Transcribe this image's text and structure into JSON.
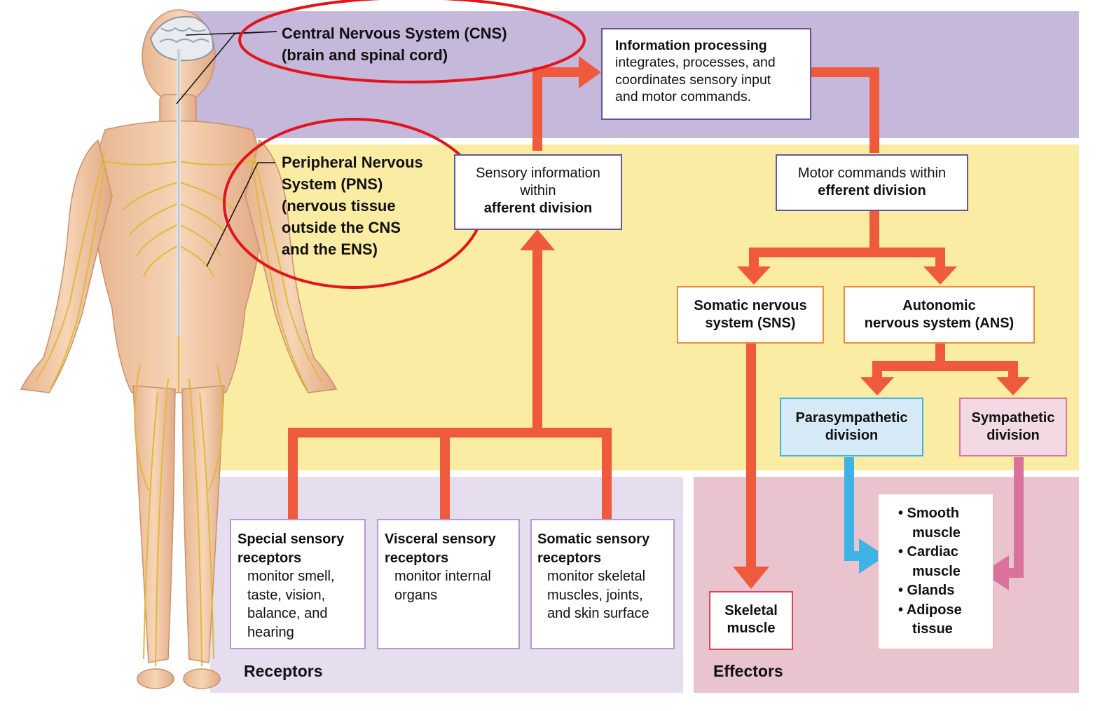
{
  "colors": {
    "cns_band": "#c5b8da",
    "pns_band": "#fbeca3",
    "receptors_band": "#e6ddee",
    "effectors_band": "#e9c3ce",
    "arrow": "#ef5a3c",
    "parasympathetic_arrow": "#3fb2e6",
    "sympathetic_arrow": "#d9739c",
    "annotation_circle": "#e3141b",
    "nerves": "#e0b93a"
  },
  "figure": {
    "icon": "human-nervous-system-illustration"
  },
  "cns": {
    "line1": "Central Nervous System (CNS)",
    "line2": "(brain and spinal cord)"
  },
  "pns": {
    "lines": [
      "Peripheral Nervous",
      "System (PNS)",
      "(nervous tissue",
      "outside the CNS",
      "and the ENS)"
    ]
  },
  "info_processing": {
    "title": "Information processing",
    "lines": [
      "integrates, processes, and",
      "coordinates sensory input",
      "and motor commands."
    ]
  },
  "sensory_info": {
    "line1": "Sensory information",
    "line2": "within",
    "line3": "afferent division"
  },
  "motor_commands": {
    "line1": "Motor commands within",
    "line2": "efferent division"
  },
  "somatic": {
    "line1": "Somatic nervous",
    "line2": "system (SNS)"
  },
  "autonomic": {
    "line1": "Autonomic",
    "line2": "nervous system (ANS)"
  },
  "parasympathetic": {
    "line1": "Parasympathetic",
    "line2": "division"
  },
  "sympathetic": {
    "line1": "Sympathetic",
    "line2": "division"
  },
  "receptors": {
    "special": {
      "title_lines": [
        "Special sensory",
        "receptors"
      ],
      "desc_lines": [
        "monitor smell,",
        "taste, vision,",
        "balance, and",
        "hearing"
      ]
    },
    "visceral": {
      "title_lines": [
        "Visceral sensory",
        "receptors"
      ],
      "desc_lines": [
        "monitor internal",
        "organs"
      ]
    },
    "somatic": {
      "title_lines": [
        "Somatic sensory",
        "receptors"
      ],
      "desc_lines": [
        "monitor skeletal",
        "muscles, joints,",
        "and skin surface"
      ]
    }
  },
  "skeletal": {
    "line1": "Skeletal",
    "line2": "muscle"
  },
  "effector_list": [
    {
      "bullet": "• Smooth",
      "cont": "muscle"
    },
    {
      "bullet": "• Cardiac",
      "cont": "muscle"
    },
    {
      "bullet": "• Glands",
      "cont": ""
    },
    {
      "bullet": "• Adipose",
      "cont": "tissue"
    }
  ],
  "section_labels": {
    "receptors": "Receptors",
    "effectors": "Effectors"
  }
}
